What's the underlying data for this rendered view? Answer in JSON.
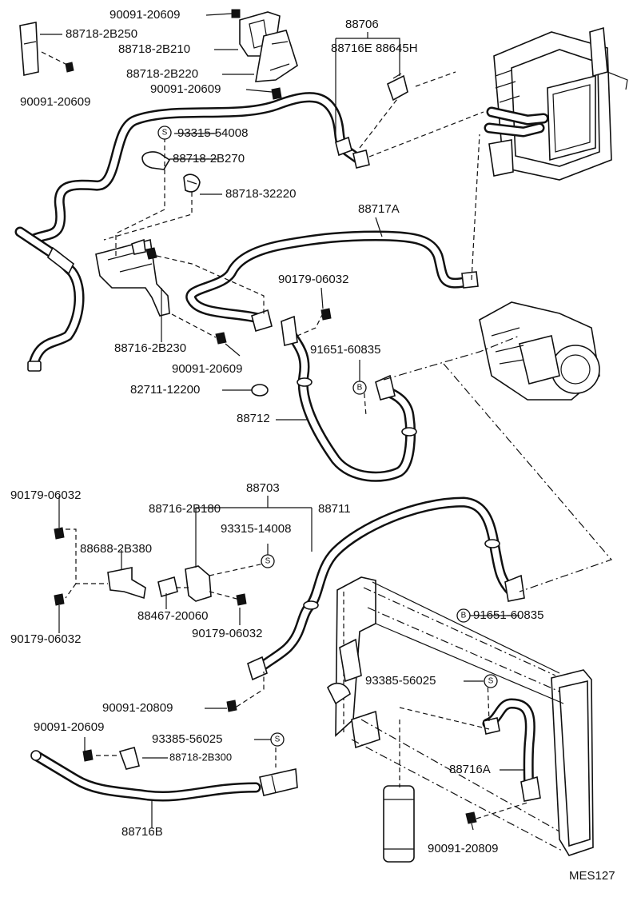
{
  "diagram_id": "MES127",
  "labels": {
    "bolt_top": "90091-20609",
    "clamp_2B250": "88718-2B250",
    "clamp_2B210": "88718-2B210",
    "clamp_2B220": "88718-2B220",
    "bolt_top2": "90091-20609",
    "bolt_left": "90091-20609",
    "group_88706": "88706",
    "pipe_88716E": "88716E",
    "switch_88645H": "88645H",
    "oring_54008": "93315-54008",
    "clamp_2B270": "88718-2B270",
    "clamp_32220": "88718-32220",
    "pipe_88717A": "88717A",
    "nut_06032_a": "90179-06032",
    "oring_60835_a": "91651-60835",
    "bracket_2B230": "88716-2B230",
    "bolt_mid": "90091-20609",
    "clamp_12200": "82711-12200",
    "hose_88712": "88712",
    "nut_06032_b": "90179-06032",
    "group_88703": "88703",
    "bracket_2B180": "88716-2B180",
    "oring_14008": "93315-14008",
    "hose_88711": "88711",
    "bracket_2B380": "88688-2B380",
    "switch_20060": "88467-20060",
    "nut_06032_c": "90179-06032",
    "nut_06032_d": "90179-06032",
    "oring_60835_b": "91651-60835",
    "oring_56025_a": "93385-56025",
    "bolt_20809_a": "90091-20809",
    "bolt_lower": "90091-20609",
    "oring_56025_b": "93385-56025",
    "clamp_2B300": "88718-2B300",
    "pipe_88716A": "88716A",
    "pipe_88716B": "88716B",
    "bolt_20809_b": "90091-20809"
  },
  "symbols": {
    "s": "S",
    "b": "B"
  }
}
